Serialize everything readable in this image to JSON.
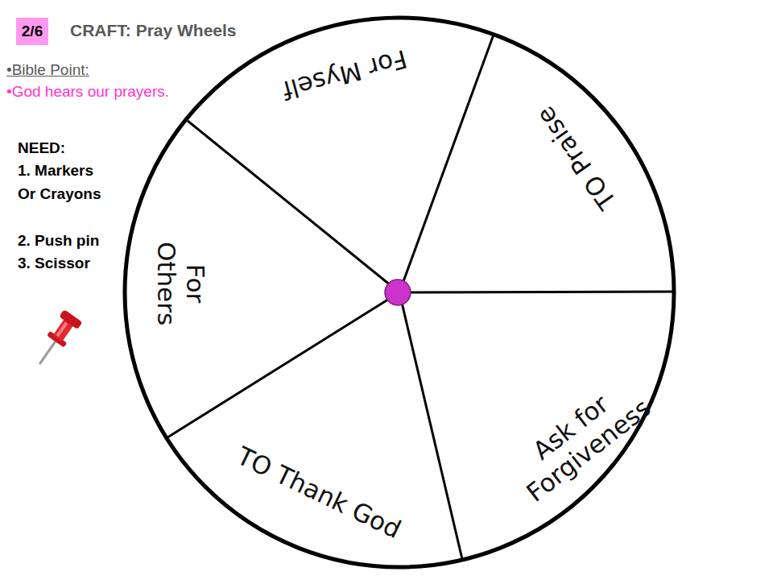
{
  "diagram": {
    "title": "CRAFT: Pray Wheels",
    "nodes": [
      {
        "text": [
          "2/6"
        ]
      },
      {
        "text": [
          "For Myself"
        ]
      },
      {
        "text": [
          "TO Praise"
        ]
      },
      {
        "text": [
          "Ask for Forgiveness"
        ]
      },
      {
        "text": [
          "TO Thank God"
        ]
      },
      {
        "text": [
          "For Others"
        ]
      }
    ],
    "labels": [
      "•Bible Point:",
      "•God hears our prayers.",
      "NEED:",
      "1. Markers Or Crayons",
      "2. Push pin",
      "3. Scissor"
    ]
  }
}
